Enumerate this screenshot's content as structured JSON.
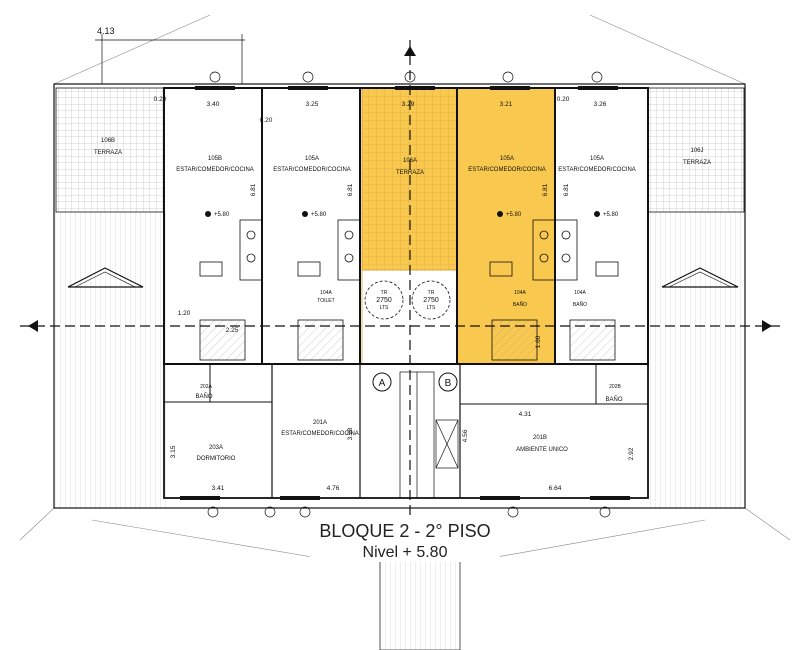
{
  "title": {
    "line1": "BLOQUE 2 - 2° PISO",
    "line2": "Nivel + 5.80"
  },
  "colors": {
    "highlight": "#F9C84E",
    "highlight_edge": "#E2A21E",
    "hatch": "#bfbfbf",
    "wall": "#111111"
  },
  "top_dimension": "4.13",
  "rooms": {
    "terraza_left": {
      "code": "106B",
      "name": "TERRAZA"
    },
    "terraza_right": {
      "code": "106J",
      "name": "TERRAZA"
    },
    "terraza_center": {
      "code": "106A",
      "name": "TERRAZA"
    },
    "unit_105B": {
      "code": "105B",
      "name": "ESTAR/COMEDOR/COCINA"
    },
    "unit_105A_1": {
      "code": "105A",
      "name": "ESTAR/COMEDOR/COCINA"
    },
    "unit_105A_2": {
      "code": "105A",
      "name": "ESTAR/COMEDOR/COCINA"
    },
    "unit_105A_3": {
      "code": "105A",
      "name": "ESTAR/COMEDOR/COCINA"
    },
    "toilet_1": {
      "code": "104A",
      "name": "TOILET"
    },
    "toilet_2": {
      "code": "104A",
      "name": "BAÑO"
    },
    "toilet_3": {
      "code": "104A",
      "name": "BAÑO"
    },
    "bano_202A": {
      "code": "202A",
      "name": "BAÑO"
    },
    "bano_202B": {
      "code": "202B",
      "name": "BAÑO"
    },
    "dormitorio": {
      "code": "203A",
      "name": "DORMITORIO"
    },
    "estar_201A": {
      "code": "201A",
      "name": "ESTAR/COMEDOR/COCINA"
    },
    "ambiente_201B": {
      "code": "201B",
      "name": "AMBIENTE UNICO"
    }
  },
  "levels": [
    "+5.80",
    "+5.80",
    "+5.80",
    "+5.80"
  ],
  "tanks": [
    {
      "l1": "TR",
      "l2": "2750",
      "l3": "LTS"
    },
    {
      "l1": "TR",
      "l2": "2750",
      "l3": "LTS"
    }
  ],
  "axes": [
    "A",
    "B"
  ],
  "dimensions": {
    "d340": "3.40",
    "d325": "3.25",
    "d329": "3.29",
    "d321": "3.21",
    "d326": "3.26",
    "d020a": "0.20",
    "d020b": "0.20",
    "d020c": "0.20",
    "d681a": "6.81",
    "d681b": "6.81",
    "d681c": "6.81",
    "d681d": "6.81",
    "d120": "1.20",
    "d225": "2.25",
    "d160": "1.60",
    "d431": "4.31",
    "d315": "3.15",
    "d398": "3.98",
    "d456": "4.56",
    "d292": "2.92",
    "d341": "3.41",
    "d476": "4.76",
    "d664": "6.64"
  }
}
